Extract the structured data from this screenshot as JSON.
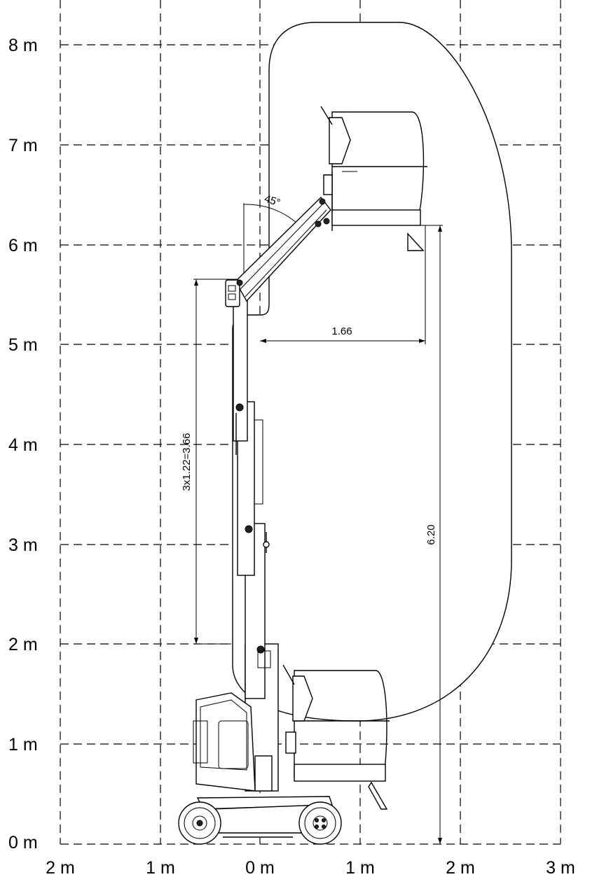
{
  "y_axis": {
    "ticks": [
      "8 m",
      "7 m",
      "6 m",
      "5 m",
      "4 m",
      "3 m",
      "2 m",
      "1 m",
      "0 m"
    ]
  },
  "x_axis": {
    "ticks": [
      "2 m",
      "1 m",
      "0 m",
      "1 m",
      "2 m",
      "3 m"
    ]
  },
  "dimensions": {
    "outreach": "1.66",
    "platform_height": "6.20",
    "mast_sections": "3x1.22=3.66",
    "jib_angle": "45°"
  },
  "colors": {
    "line": "#000000",
    "background": "#ffffff"
  }
}
